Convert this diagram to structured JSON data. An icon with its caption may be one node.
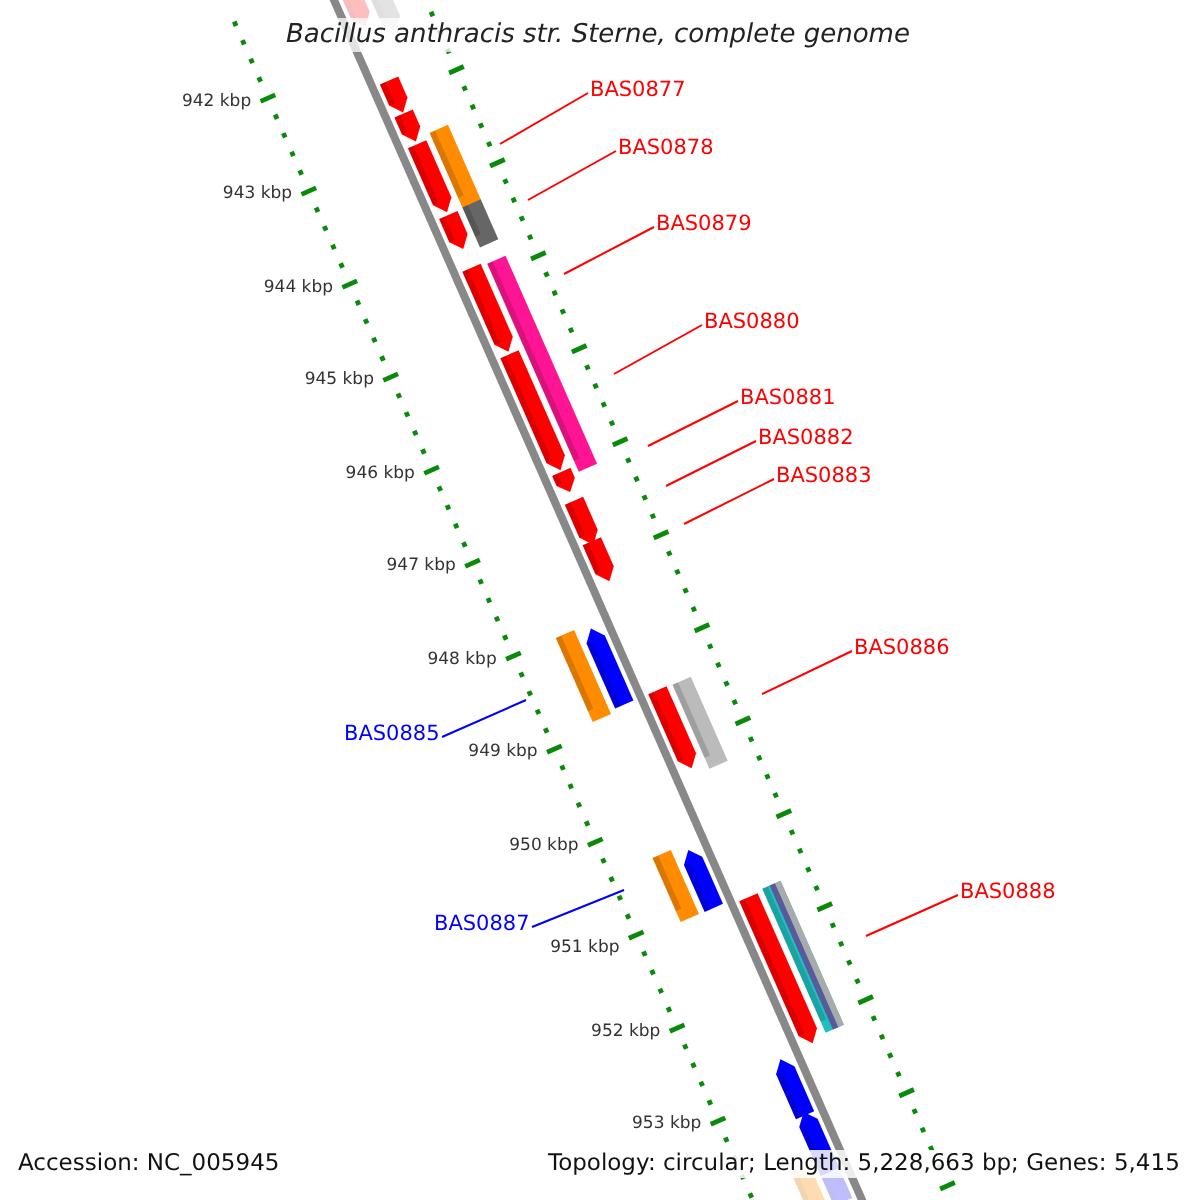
{
  "diagram": {
    "title": "Bacillus anthracis str. Sterne, complete genome",
    "nodes": [
      {
        "text": [
          "BAS0877"
        ]
      },
      {
        "text": [
          "BAS0878"
        ]
      },
      {
        "text": [
          "BAS0879"
        ]
      },
      {
        "text": [
          "BAS0880"
        ]
      },
      {
        "text": [
          "BAS0881"
        ]
      },
      {
        "text": [
          "BAS0882"
        ]
      },
      {
        "text": [
          "BAS0883"
        ]
      },
      {
        "text": [
          "BAS0886"
        ]
      },
      {
        "text": [
          "BAS0885"
        ]
      },
      {
        "text": [
          "BAS0887"
        ]
      },
      {
        "text": [
          "BAS0888"
        ]
      }
    ],
    "edges": [
      {
        "from": 0,
        "to": null,
        "arrow": "none"
      },
      {
        "from": 1,
        "to": null,
        "arrow": "none"
      },
      {
        "from": 2,
        "to": null,
        "arrow": "none"
      },
      {
        "from": 3,
        "to": null,
        "arrow": "none"
      },
      {
        "from": 4,
        "to": null,
        "arrow": "none"
      },
      {
        "from": 5,
        "to": null,
        "arrow": "none"
      },
      {
        "from": 6,
        "to": null,
        "arrow": "none"
      },
      {
        "from": 7,
        "to": null,
        "arrow": "none"
      },
      {
        "from": 8,
        "to": null,
        "arrow": "none",
        "color": "#0000ff"
      },
      {
        "from": 9,
        "to": null,
        "arrow": "none",
        "color": "#0000ff"
      },
      {
        "from": 10,
        "to": null,
        "arrow": "none"
      }
    ],
    "labels": [
      "942 kbp",
      "943 kbp",
      "944 kbp",
      "945 kbp",
      "946 kbp",
      "947 kbp",
      "948 kbp",
      "949 kbp",
      "950 kbp",
      "951 kbp",
      "952 kbp",
      "953 kbp",
      "Accession: NC_005945",
      "Topology: circular; Length: 5,228,663 bp; Genes: 5,415"
    ]
  }
}
